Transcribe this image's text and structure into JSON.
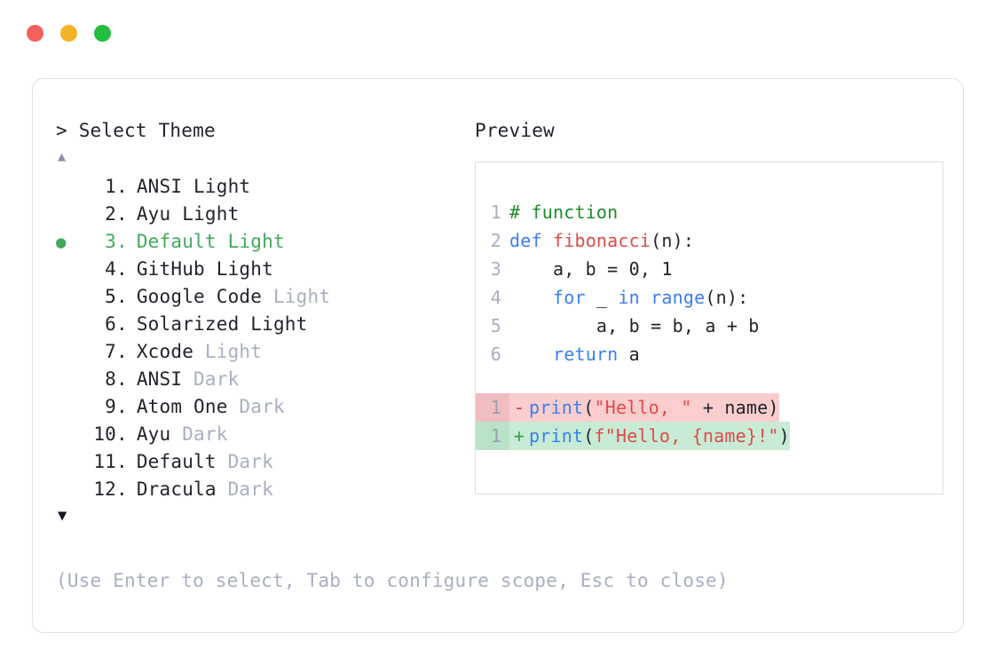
{
  "window": {
    "controls": [
      {
        "name": "close",
        "color": "#f4605a"
      },
      {
        "name": "minimize",
        "color": "#f5b32a"
      },
      {
        "name": "maximize",
        "color": "#24be3e"
      }
    ]
  },
  "selector": {
    "caret": ">",
    "title": "Select Theme",
    "scroll_up_indicator": "▲",
    "scroll_down_indicator": "▼",
    "selected_index": 3,
    "selected_bullet": "●",
    "selected_color": "#40a95c",
    "items": [
      {
        "number": "1",
        "dot": ".",
        "name": "ANSI Light",
        "variant": ""
      },
      {
        "number": "2",
        "dot": ".",
        "name": "Ayu Light",
        "variant": ""
      },
      {
        "number": "3",
        "dot": ".",
        "name": "Default Light",
        "variant": "",
        "selected": true
      },
      {
        "number": "4",
        "dot": ".",
        "name": "GitHub Light",
        "variant": ""
      },
      {
        "number": "5",
        "dot": ".",
        "name": "Google Code",
        "variant": "Light"
      },
      {
        "number": "6",
        "dot": ".",
        "name": "Solarized Light",
        "variant": ""
      },
      {
        "number": "7",
        "dot": ".",
        "name": "Xcode",
        "variant": "Light"
      },
      {
        "number": "8",
        "dot": ".",
        "name": "ANSI",
        "variant": "Dark"
      },
      {
        "number": "9",
        "dot": ".",
        "name": "Atom One",
        "variant": "Dark"
      },
      {
        "number": "10",
        "dot": ".",
        "name": "Ayu",
        "variant": "Dark"
      },
      {
        "number": "11",
        "dot": ".",
        "name": "Default",
        "variant": "Dark"
      },
      {
        "number": "12",
        "dot": ".",
        "name": "Dracula",
        "variant": "Dark"
      }
    ]
  },
  "preview": {
    "title": "Preview",
    "code": [
      {
        "ln": "1",
        "tokens": [
          {
            "t": "# function",
            "c": "comment"
          }
        ]
      },
      {
        "ln": "2",
        "tokens": [
          {
            "t": "def ",
            "c": "keyword"
          },
          {
            "t": "fibonacci",
            "c": "func"
          },
          {
            "t": "(n):",
            "c": "plain"
          }
        ]
      },
      {
        "ln": "3",
        "tokens": [
          {
            "t": "    a, b = 0, 1",
            "c": "plain"
          }
        ]
      },
      {
        "ln": "4",
        "tokens": [
          {
            "t": "    ",
            "c": "plain"
          },
          {
            "t": "for",
            "c": "keyword"
          },
          {
            "t": " _ ",
            "c": "plain"
          },
          {
            "t": "in range",
            "c": "keyword"
          },
          {
            "t": "(n):",
            "c": "plain"
          }
        ]
      },
      {
        "ln": "5",
        "tokens": [
          {
            "t": "        a, b = b, a + b",
            "c": "plain"
          }
        ]
      },
      {
        "ln": "6",
        "tokens": [
          {
            "t": "    ",
            "c": "plain"
          },
          {
            "t": "return",
            "c": "keyword"
          },
          {
            "t": " a",
            "c": "plain"
          }
        ]
      }
    ],
    "diff": [
      {
        "ln": "1",
        "sign": "-",
        "kind": "del",
        "bg": "#fbcdcd",
        "tokens": [
          {
            "t": "print",
            "c": "keyword"
          },
          {
            "t": "(",
            "c": "plain"
          },
          {
            "t": "\"Hello, \"",
            "c": "string"
          },
          {
            "t": " + name)",
            "c": "plain"
          }
        ]
      },
      {
        "ln": "1",
        "sign": "+",
        "kind": "add",
        "bg": "#c8ebd5",
        "tokens": [
          {
            "t": "print",
            "c": "keyword"
          },
          {
            "t": "(",
            "c": "plain"
          },
          {
            "t": "f\"Hello, {name}!\"",
            "c": "string"
          },
          {
            "t": ")",
            "c": "plain"
          }
        ]
      }
    ]
  },
  "footer": {
    "hint": "(Use Enter to select, Tab to configure scope, Esc to close)"
  }
}
